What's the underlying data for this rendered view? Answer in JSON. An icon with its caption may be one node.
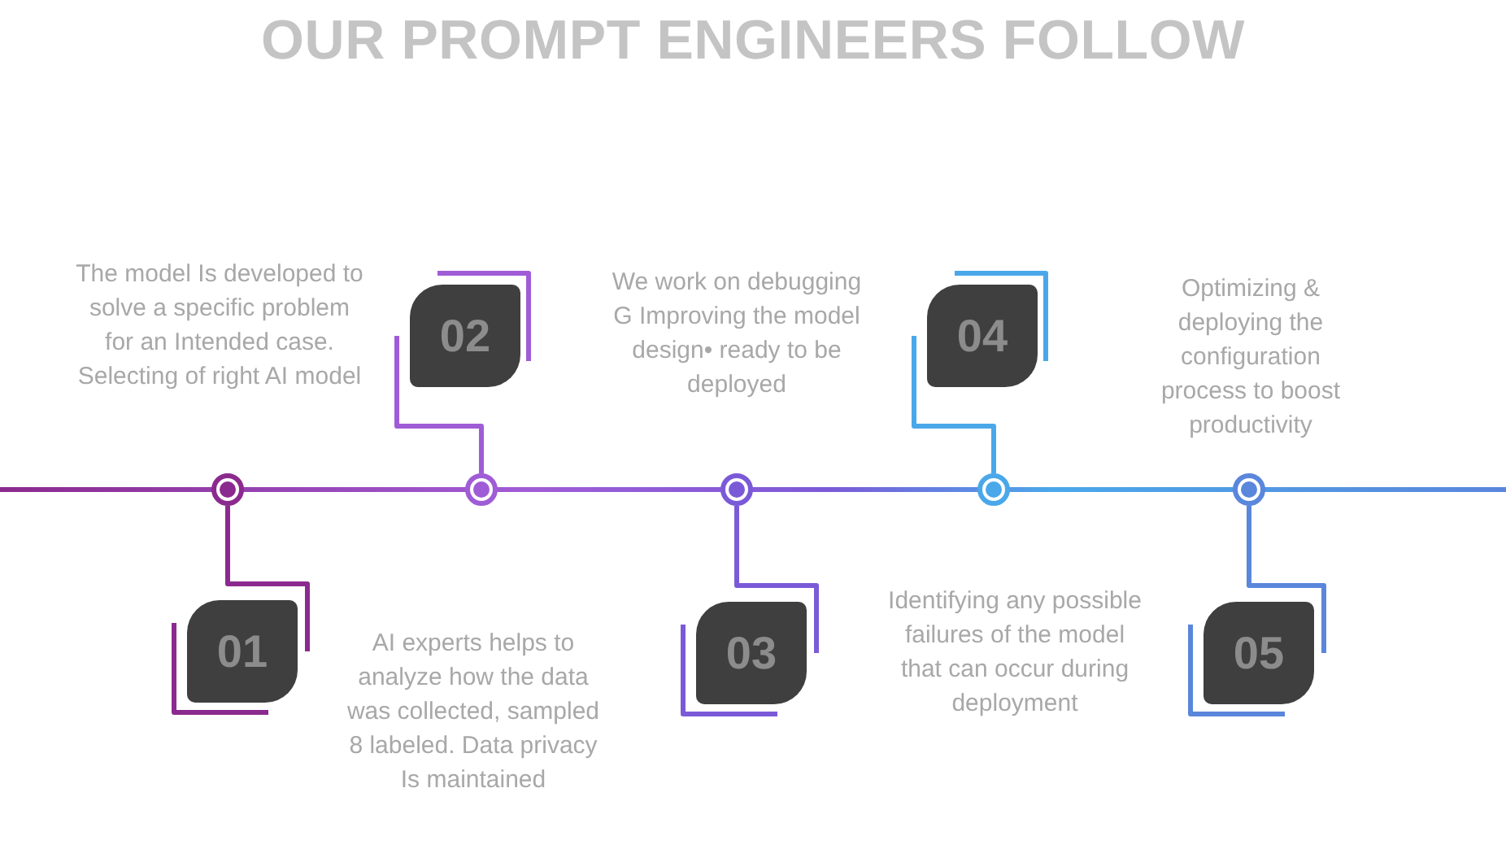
{
  "diagram": {
    "title": "OUR PROMPT ENGINEERS FOLLOW",
    "nodes": [
      {
        "text": [],
        "shape": "circle"
      },
      {
        "text": [],
        "shape": "circle"
      },
      {
        "text": [],
        "shape": "circle"
      },
      {
        "text": [],
        "shape": "circle"
      },
      {
        "text": [],
        "shape": "circle"
      },
      {
        "text": [
          "01"
        ]
      },
      {
        "text": [
          "02"
        ]
      },
      {
        "text": [
          "03"
        ]
      },
      {
        "text": [
          "04"
        ]
      },
      {
        "text": [
          "05"
        ]
      }
    ],
    "edges": [
      {
        "from": 0,
        "to": 5,
        "arrow": "none",
        "color": "#8b2a8e"
      },
      {
        "from": 1,
        "to": 6,
        "arrow": "none",
        "color": "#a05cd6"
      },
      {
        "from": 2,
        "to": 7,
        "arrow": "none",
        "color": "#7b5ad8"
      },
      {
        "from": 3,
        "to": 8,
        "arrow": "none",
        "color": "#4aa8ea"
      },
      {
        "from": 4,
        "to": 9,
        "arrow": "none",
        "color": "#5a86dc"
      }
    ],
    "labels": [
      "The model Is developed to solve a specific problem for an Intended case. Selecting of right AI model",
      "We work on debugging G Improving the model design• ready to be deployed",
      "Optimizing & deploying the configuration process to boost productivity",
      "AI experts helps to analyze how the data was collected, sampled 8 labeled. Data privacy Is maintained",
      "Identifying any possible failures of the model that can occur during deployment"
    ]
  }
}
